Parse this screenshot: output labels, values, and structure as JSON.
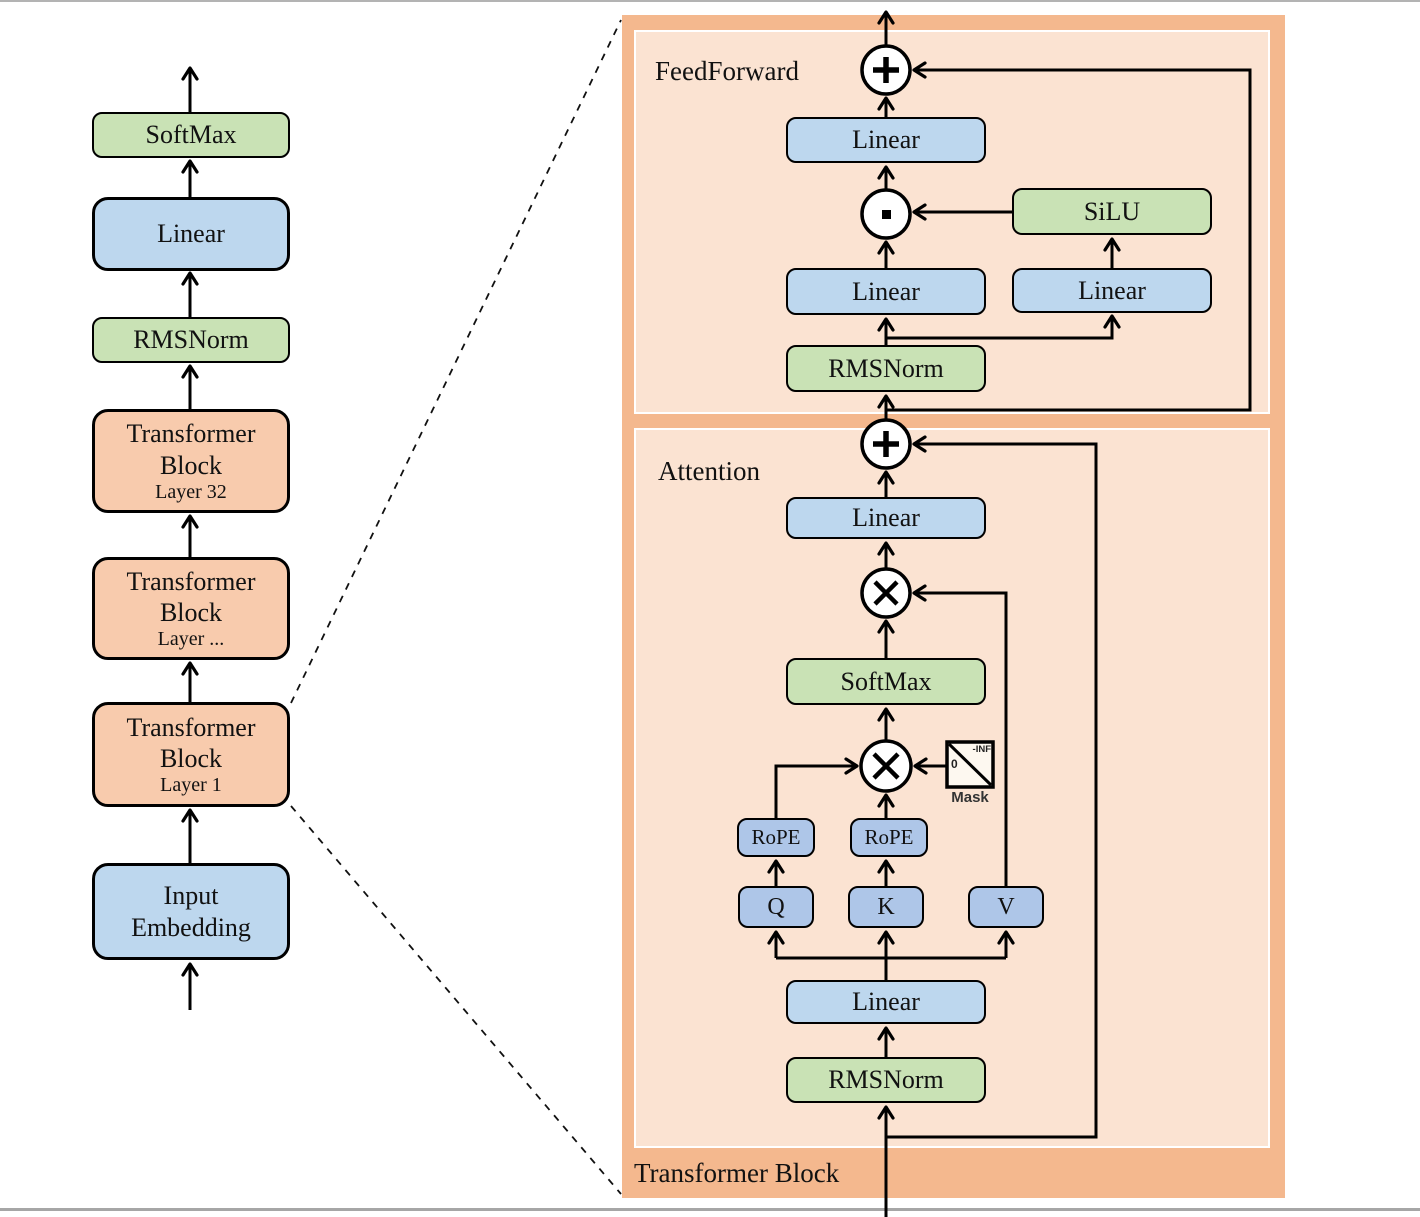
{
  "palette": {
    "orange_block": "#f8cbad",
    "panel_outer": "#f4b88e",
    "panel_inner": "#fbe3d2",
    "green_block": "#c9e2b5",
    "blue_block": "#bdd7ee",
    "blue_small_block": "#aec6e8",
    "wire": "#000000"
  },
  "left_column": {
    "blocks": [
      {
        "label": "SoftMax"
      },
      {
        "label": "Linear"
      },
      {
        "label": "RMSNorm"
      },
      {
        "label": "Transformer Block",
        "sublabel": "Layer 32"
      },
      {
        "label": "Transformer Block",
        "sublabel": "Layer ..."
      },
      {
        "label": "Transformer Block",
        "sublabel": "Layer 1"
      },
      {
        "label": "Input Embedding"
      }
    ]
  },
  "detail_panel": {
    "title": "Transformer Block",
    "feedforward": {
      "label": "FeedForward",
      "output_linear": "Linear",
      "silu": "SiLU",
      "gate_linear": "Linear",
      "up_linear": "Linear",
      "rmsnorm": "RMSNorm"
    },
    "attention": {
      "label": "Attention",
      "output_linear": "Linear",
      "softmax": "SoftMax",
      "rope_q": "RoPE",
      "rope_k": "RoPE",
      "q": "Q",
      "k": "K",
      "v": "V",
      "mask_label": "Mask",
      "mask_neg_inf": "-INF",
      "mask_zero": "0",
      "input_linear": "Linear",
      "rmsnorm": "RMSNorm"
    }
  }
}
